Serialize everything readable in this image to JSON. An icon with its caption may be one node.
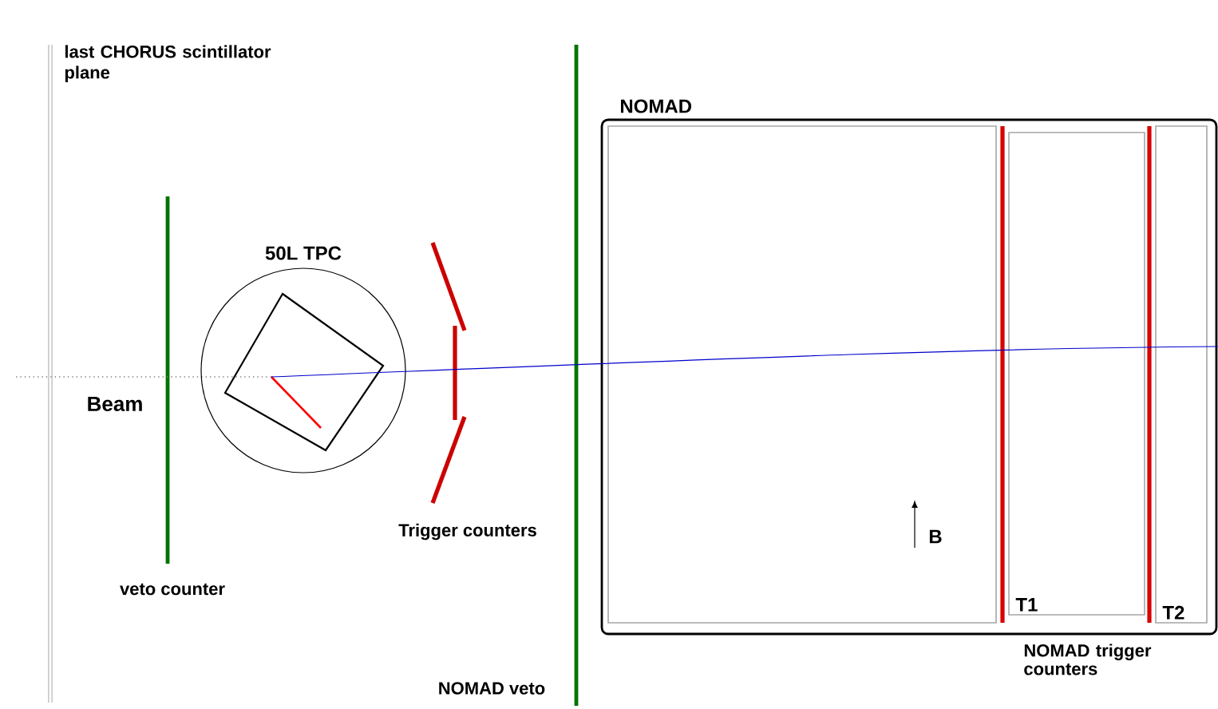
{
  "diagram": {
    "nodes": [
      {
        "text": [
          "NOMAD"
        ]
      },
      {
        "text": [],
        "shape": "box",
        "in": 0
      },
      {
        "text": [
          "T1"
        ],
        "in": 0
      },
      {
        "text": [
          "T2"
        ],
        "in": 0
      },
      {
        "text": [
          "50L TPC"
        ]
      }
    ],
    "labels": [
      "last CHORUS scintillator plane",
      "Beam",
      "Trigger counters",
      "veto counter",
      "B",
      "NOMAD veto",
      "NOMAD trigger counters"
    ]
  }
}
